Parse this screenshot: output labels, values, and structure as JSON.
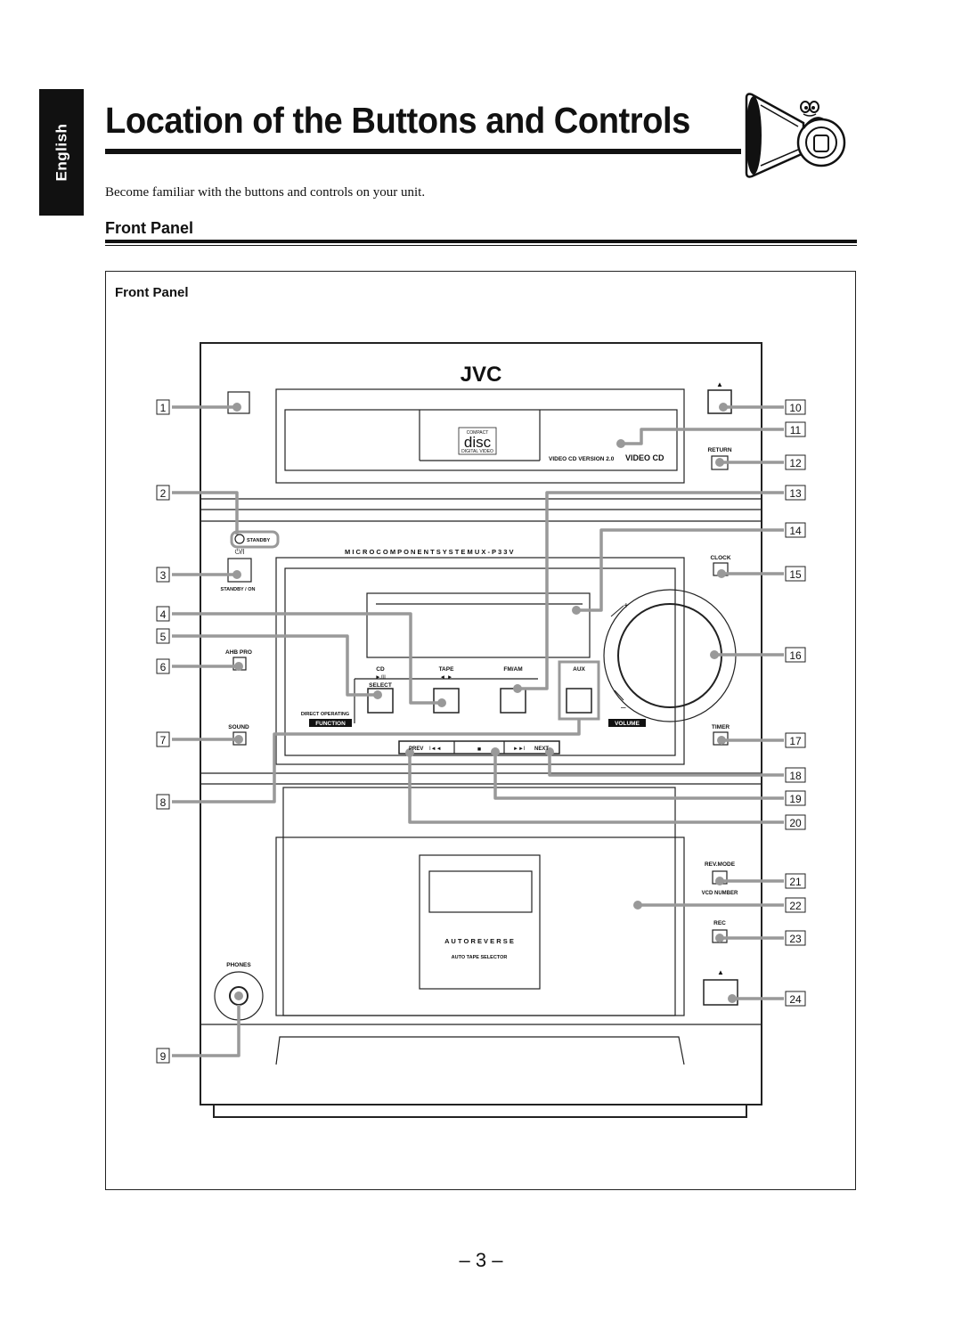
{
  "sidebar": {
    "language": "English"
  },
  "page": {
    "title": "Location of the Buttons and Controls",
    "intro": "Become familiar with the buttons and controls on your unit.",
    "section_title": "Front Panel",
    "figure_title": "Front Panel",
    "page_number": "– 3 –"
  },
  "device": {
    "brand": "JVC",
    "model_line": "M I C R O   C O M P O N E N T   S Y S T E M   U X - P 3 3 V",
    "video_cd_version": "VIDEO CD VERSION 2.0",
    "video_cd_logo": "VIDEO CD",
    "compact_disc_top": "COMPACT",
    "compact_disc_mid": "disc",
    "compact_disc_bottom": "DIGITAL VIDEO",
    "standby": "STANDBY",
    "power_symbol": "⏻/I",
    "standby_on": "STANDBY / ON",
    "ahb_pro": "AHB PRO",
    "sound": "SOUND",
    "phones": "PHONES",
    "eject_symbol": "▲",
    "return": "RETURN",
    "clock": "CLOCK",
    "timer": "TIMER",
    "cd": "CD",
    "cd_symbol": "►/II",
    "select": "SELECT",
    "tape": "TAPE",
    "tape_symbol": "◄ ►",
    "fm_am": "FM/AM",
    "aux": "AUX",
    "direct_operating": "DIRECT OPERATING",
    "function": "FUNCTION",
    "volume": "VOLUME",
    "volume_plus": "+",
    "volume_minus": "–",
    "prev": "PREV",
    "prev_symbol": "I◄◄",
    "stop_symbol": "■",
    "next_symbol": "►►I",
    "next": "NEXT",
    "rev_mode": "REV.MODE",
    "vcd_number": "VCD NUMBER",
    "rec": "REC",
    "auto_reverse": "A U T O   R E V E R S E",
    "auto_tape_selector": "AUTO TAPE SELECTOR"
  },
  "callouts": [
    "1",
    "2",
    "3",
    "4",
    "5",
    "6",
    "7",
    "8",
    "9",
    "10",
    "11",
    "12",
    "13",
    "14",
    "15",
    "16",
    "17",
    "18",
    "19",
    "20",
    "21",
    "22",
    "23",
    "24"
  ]
}
